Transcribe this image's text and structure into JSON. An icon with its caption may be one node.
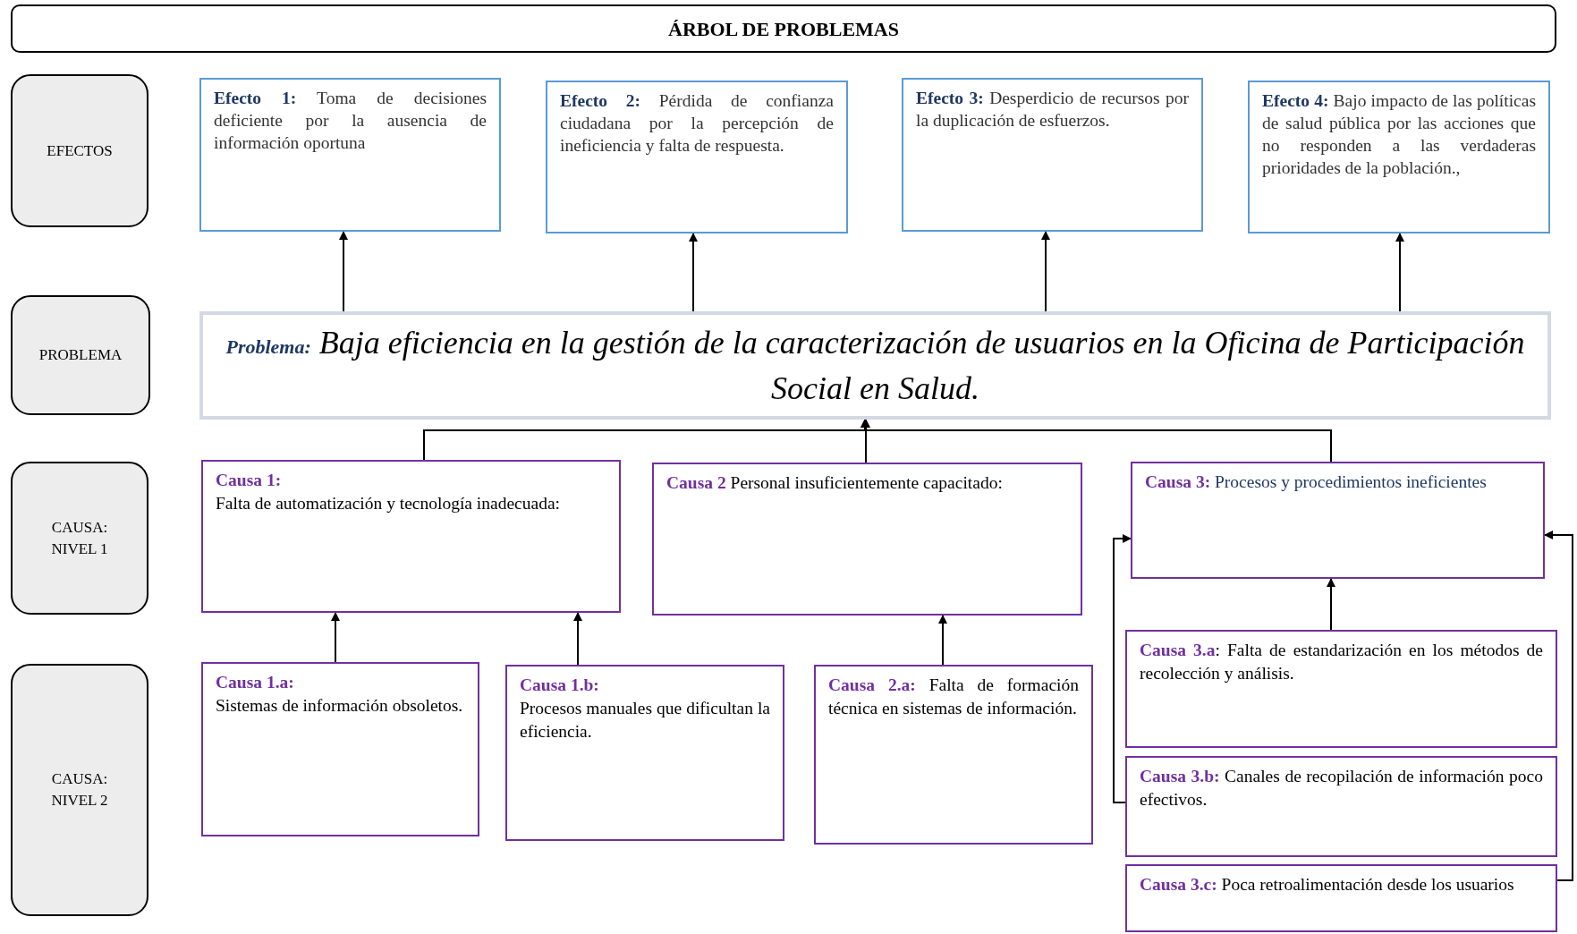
{
  "diagram": {
    "title": "ÁRBOL DE PROBLEMAS",
    "nodes": [
      {
        "text": [
          "EFECTOS"
        ]
      },
      {
        "text": [
          "PROBLEMA"
        ]
      },
      {
        "text": [
          "CAUSA: NIVEL 1"
        ]
      },
      {
        "text": [
          "CAUSA: NIVEL 2"
        ]
      },
      {
        "text": [
          "**Efecto 1:** Toma de decisiones deficiente por la ausencia de información oportuna"
        ]
      },
      {
        "text": [
          "**Efecto 2:** Pérdida de confianza ciudadana por la percepción de ineficiencia y falta de respuesta."
        ]
      },
      {
        "text": [
          "**Efecto 3:** Desperdicio de recursos por la duplicación de esfuerzos."
        ]
      },
      {
        "text": [
          "**Efecto 4:** Bajo impacto de las políticas de salud pública por las acciones que no responden a las verdaderas prioridades de la población.,"
        ]
      },
      {
        "text": [
          "**Problema:** Baja eficiencia en la gestión de la caracterización de usuarios en la Oficina de Participación Social en Salud."
        ]
      },
      {
        "text": [
          "Causa 1:",
          "Falta de automatización y tecnología inadecuada:"
        ]
      },
      {
        "text": [
          "**Causa 2** Personal insuficientemente capacitado:"
        ]
      },
      {
        "text": [
          "**Causa 3:** Procesos y procedimientos ineficientes"
        ]
      },
      {
        "text": [
          "Causa 1.a:",
          "Sistemas de información obsoletos."
        ]
      },
      {
        "text": [
          "Causa 1.b:",
          "Procesos manuales que dificultan la eficiencia."
        ]
      },
      {
        "text": [
          "**Causa 2.a:** Falta de formación técnica en sistemas de información."
        ]
      },
      {
        "text": [
          "**Causa 3.a**: Falta de estandarización en los métodos de recolección y análisis."
        ]
      },
      {
        "text": [
          "**Causa 3.b:** Canales de recopilación de información poco efectivos."
        ]
      },
      {
        "text": [
          "**Causa 3.c:** Poca retroalimentación desde los usuarios"
        ]
      }
    ],
    "edges": [
      {
        "from": 8,
        "to": 4,
        "arrow": "to"
      },
      {
        "from": 8,
        "to": 5,
        "arrow": "to"
      },
      {
        "from": 8,
        "to": 6,
        "arrow": "to"
      },
      {
        "from": 8,
        "to": 7,
        "arrow": "to"
      },
      {
        "from": 9,
        "to": 8,
        "arrow": "to"
      },
      {
        "from": 10,
        "to": 8,
        "arrow": "to"
      },
      {
        "from": 11,
        "to": 8,
        "arrow": "to"
      },
      {
        "from": 12,
        "to": 9,
        "arrow": "to"
      },
      {
        "from": 13,
        "to": 9,
        "arrow": "to"
      },
      {
        "from": 14,
        "to": 10,
        "arrow": "to"
      },
      {
        "from": 15,
        "to": 11,
        "arrow": "to"
      },
      {
        "from": 16,
        "to": 11,
        "arrow": "to"
      },
      {
        "from": 17,
        "to": 11,
        "arrow": "to"
      }
    ]
  }
}
